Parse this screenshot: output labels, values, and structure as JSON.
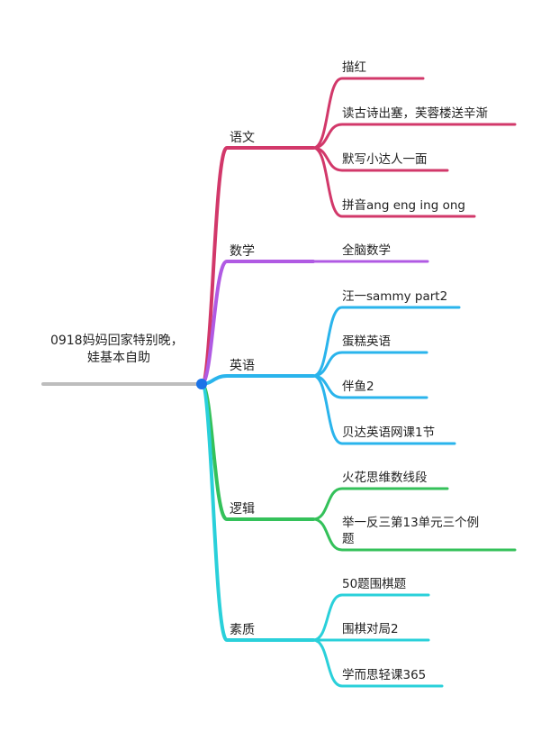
{
  "root": {
    "lines": [
      "0918妈妈回家特别晚，",
      "娃基本自助"
    ]
  },
  "colors": {
    "root_line": "#bdbdbd",
    "root_dot": "#1a73e8"
  },
  "branches": [
    {
      "key": "chinese",
      "label": "语文",
      "color": "#d2386a",
      "items": [
        {
          "lines": [
            "描红"
          ]
        },
        {
          "lines": [
            "读古诗出塞，芙蓉楼送辛渐"
          ]
        },
        {
          "lines": [
            "默写小达人一面"
          ]
        },
        {
          "lines": [
            "拼音ang eng ing ong"
          ]
        }
      ]
    },
    {
      "key": "math",
      "label": "数学",
      "color": "#b05ae3",
      "items": [
        {
          "lines": [
            "全脑数学"
          ]
        }
      ]
    },
    {
      "key": "english",
      "label": "英语",
      "color": "#2ab4ec",
      "items": [
        {
          "lines": [
            "汪一sammy part2"
          ]
        },
        {
          "lines": [
            "蛋糕英语"
          ]
        },
        {
          "lines": [
            "伴鱼2"
          ]
        },
        {
          "lines": [
            "贝达英语网课1节"
          ]
        }
      ]
    },
    {
      "key": "logic",
      "label": "逻辑",
      "color": "#34c15a",
      "items": [
        {
          "lines": [
            "火花思维数线段"
          ]
        },
        {
          "lines": [
            "举一反三第13单元三个例",
            "题"
          ]
        }
      ]
    },
    {
      "key": "quality",
      "label": "素质",
      "color": "#2ad0da",
      "items": [
        {
          "lines": [
            "50题围棋题"
          ]
        },
        {
          "lines": [
            "围棋对局2"
          ]
        },
        {
          "lines": [
            "学而思轻课365"
          ]
        }
      ]
    }
  ]
}
